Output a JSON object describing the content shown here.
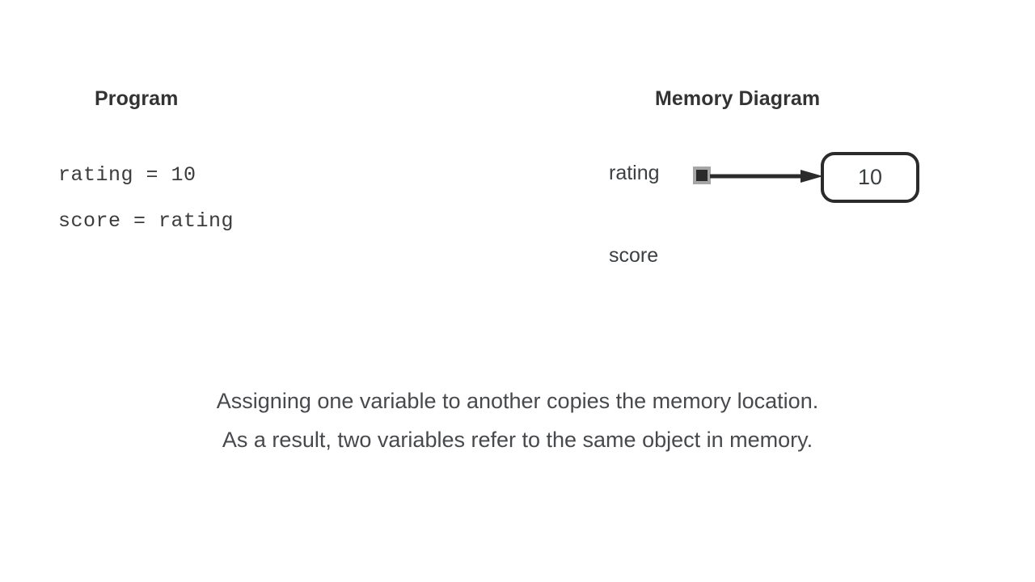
{
  "slide": {
    "background_color": "#ffffff",
    "text_color": "#3c4043"
  },
  "program": {
    "heading": "Program",
    "lines": [
      "rating = 10",
      "score = rating"
    ]
  },
  "memory_diagram": {
    "heading": "Memory Diagram",
    "variables": [
      {
        "name": "rating",
        "has_slot": true,
        "points_to": "10",
        "slot_outer_color": "#a6a6a6",
        "slot_inner_color": "#2b2b2b"
      },
      {
        "name": "score",
        "has_slot": false,
        "points_to": null
      }
    ],
    "objects": [
      {
        "value": "10",
        "border_color": "#2b2b2b"
      }
    ],
    "arrow": {
      "from": "rating",
      "to": "10",
      "color": "#2b2b2b"
    }
  },
  "caption": {
    "lines": [
      "Assigning one variable to another copies the memory location.",
      "As a result, two variables refer to the same object in memory."
    ]
  }
}
